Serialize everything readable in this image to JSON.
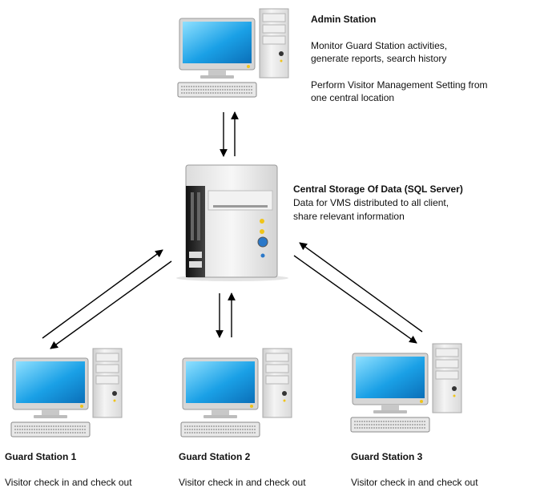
{
  "admin": {
    "title": "Admin Station",
    "line1": "Monitor Guard Station activities,",
    "line2": "generate reports, search history",
    "line3": "Perform Visitor Management Setting from",
    "line4": "one central location"
  },
  "server": {
    "title": "Central Storage Of Data (SQL Server)",
    "line1": "Data for VMS distributed to all client,",
    "line2": "share relevant information"
  },
  "guards": [
    {
      "title": "Guard Station 1",
      "desc": "Visitor check in and check out"
    },
    {
      "title": "Guard Station 2",
      "desc": "Visitor check in and check out"
    },
    {
      "title": "Guard Station 3",
      "desc": "Visitor check in and check out"
    }
  ],
  "colors": {
    "screen": "#1aa0e6",
    "case": "#e6e6e6",
    "arrow": "#000000"
  }
}
